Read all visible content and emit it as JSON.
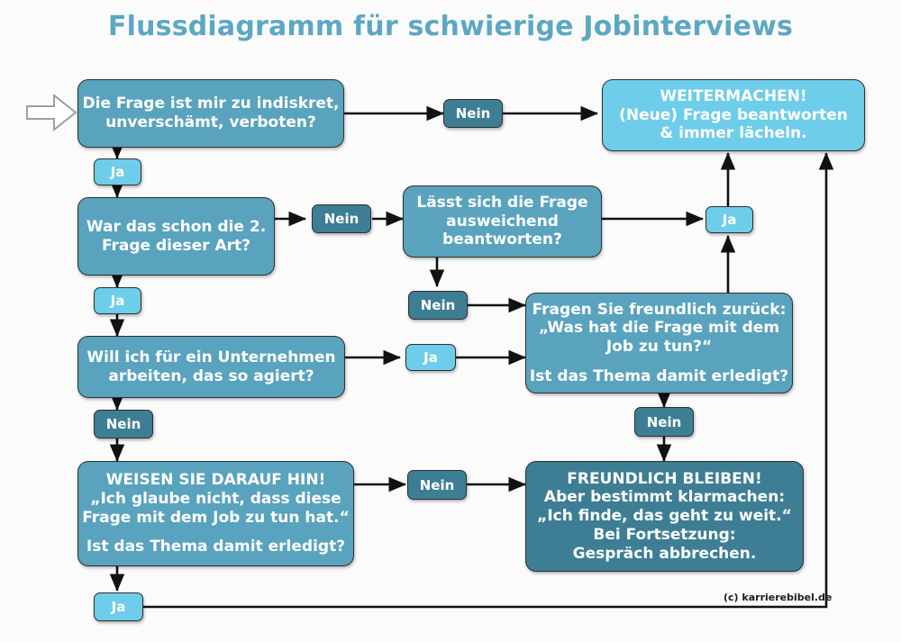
{
  "page": {
    "title": "Flussdiagramm für schwierige Jobinterviews",
    "background_color": "#fbfbfb",
    "title_color": "#5CA8C4",
    "credit": "(c) karrierebibel.de"
  },
  "palette": {
    "question_box": "#59A3BF",
    "result_light": "#6ECDEA",
    "result_dark": "#3E7E95",
    "badge_yes": "#6ECDEA",
    "badge_no": "#3E7E95",
    "connector": "#000000",
    "start_arrow_fill": "#ffffff",
    "start_arrow_stroke": "#9aa0a6"
  },
  "nodes": {
    "q1": {
      "kind": "question",
      "lines": [
        "Die Frage ist mir zu indiskret,",
        "unverschämt, verboten?"
      ]
    },
    "q2": {
      "kind": "question",
      "lines": [
        "War das schon die 2.",
        "Frage dieser Art?"
      ]
    },
    "q3": {
      "kind": "question",
      "lines": [
        "Lässt sich die Frage",
        "ausweichend",
        "beantworten?"
      ]
    },
    "q4": {
      "kind": "question",
      "lines": [
        "Will ich für ein Unternehmen",
        "arbeiten, das so agiert?"
      ]
    },
    "continue": {
      "kind": "result-light",
      "lines": [
        "WEITERMACHEN!",
        "(Neue) Frage beantworten",
        "& immer lächeln."
      ]
    },
    "ask_back": {
      "kind": "question",
      "lines_top": [
        "Fragen Sie freundlich zurück:",
        "„Was hat die Frage mit dem",
        "Job zu tun?“"
      ],
      "lines_bottom": [
        "Ist das Thema damit erledigt?"
      ]
    },
    "point_out": {
      "kind": "question",
      "lines_top": [
        "WEISEN SIE DARAUF HIN!",
        "„Ich glaube nicht, dass diese",
        "Frage mit dem Job zu tun hat.“"
      ],
      "lines_bottom": [
        "Ist das Thema damit erledigt?"
      ]
    },
    "stay_friendly": {
      "kind": "result-dark",
      "lines": [
        "FREUNDLICH BLEIBEN!",
        "Aber bestimmt klarmachen:",
        "„Ich finde, das geht zu weit.“",
        "Bei Fortsetzung:",
        "Gespräch abbrechen."
      ]
    }
  },
  "badges": {
    "b1_nein": "Nein",
    "b2_ja": "Ja",
    "b3_nein": "Nein",
    "b4_ja": "Ja",
    "b5_ja": "Ja",
    "b6_nein": "Nein",
    "b7_ja": "Ja",
    "b8_nein": "Nein",
    "b9_nein": "Nein",
    "b10_nein": "Nein",
    "b11_ja": "Ja"
  },
  "icons": {
    "start_arrow": "start-arrow-icon"
  }
}
